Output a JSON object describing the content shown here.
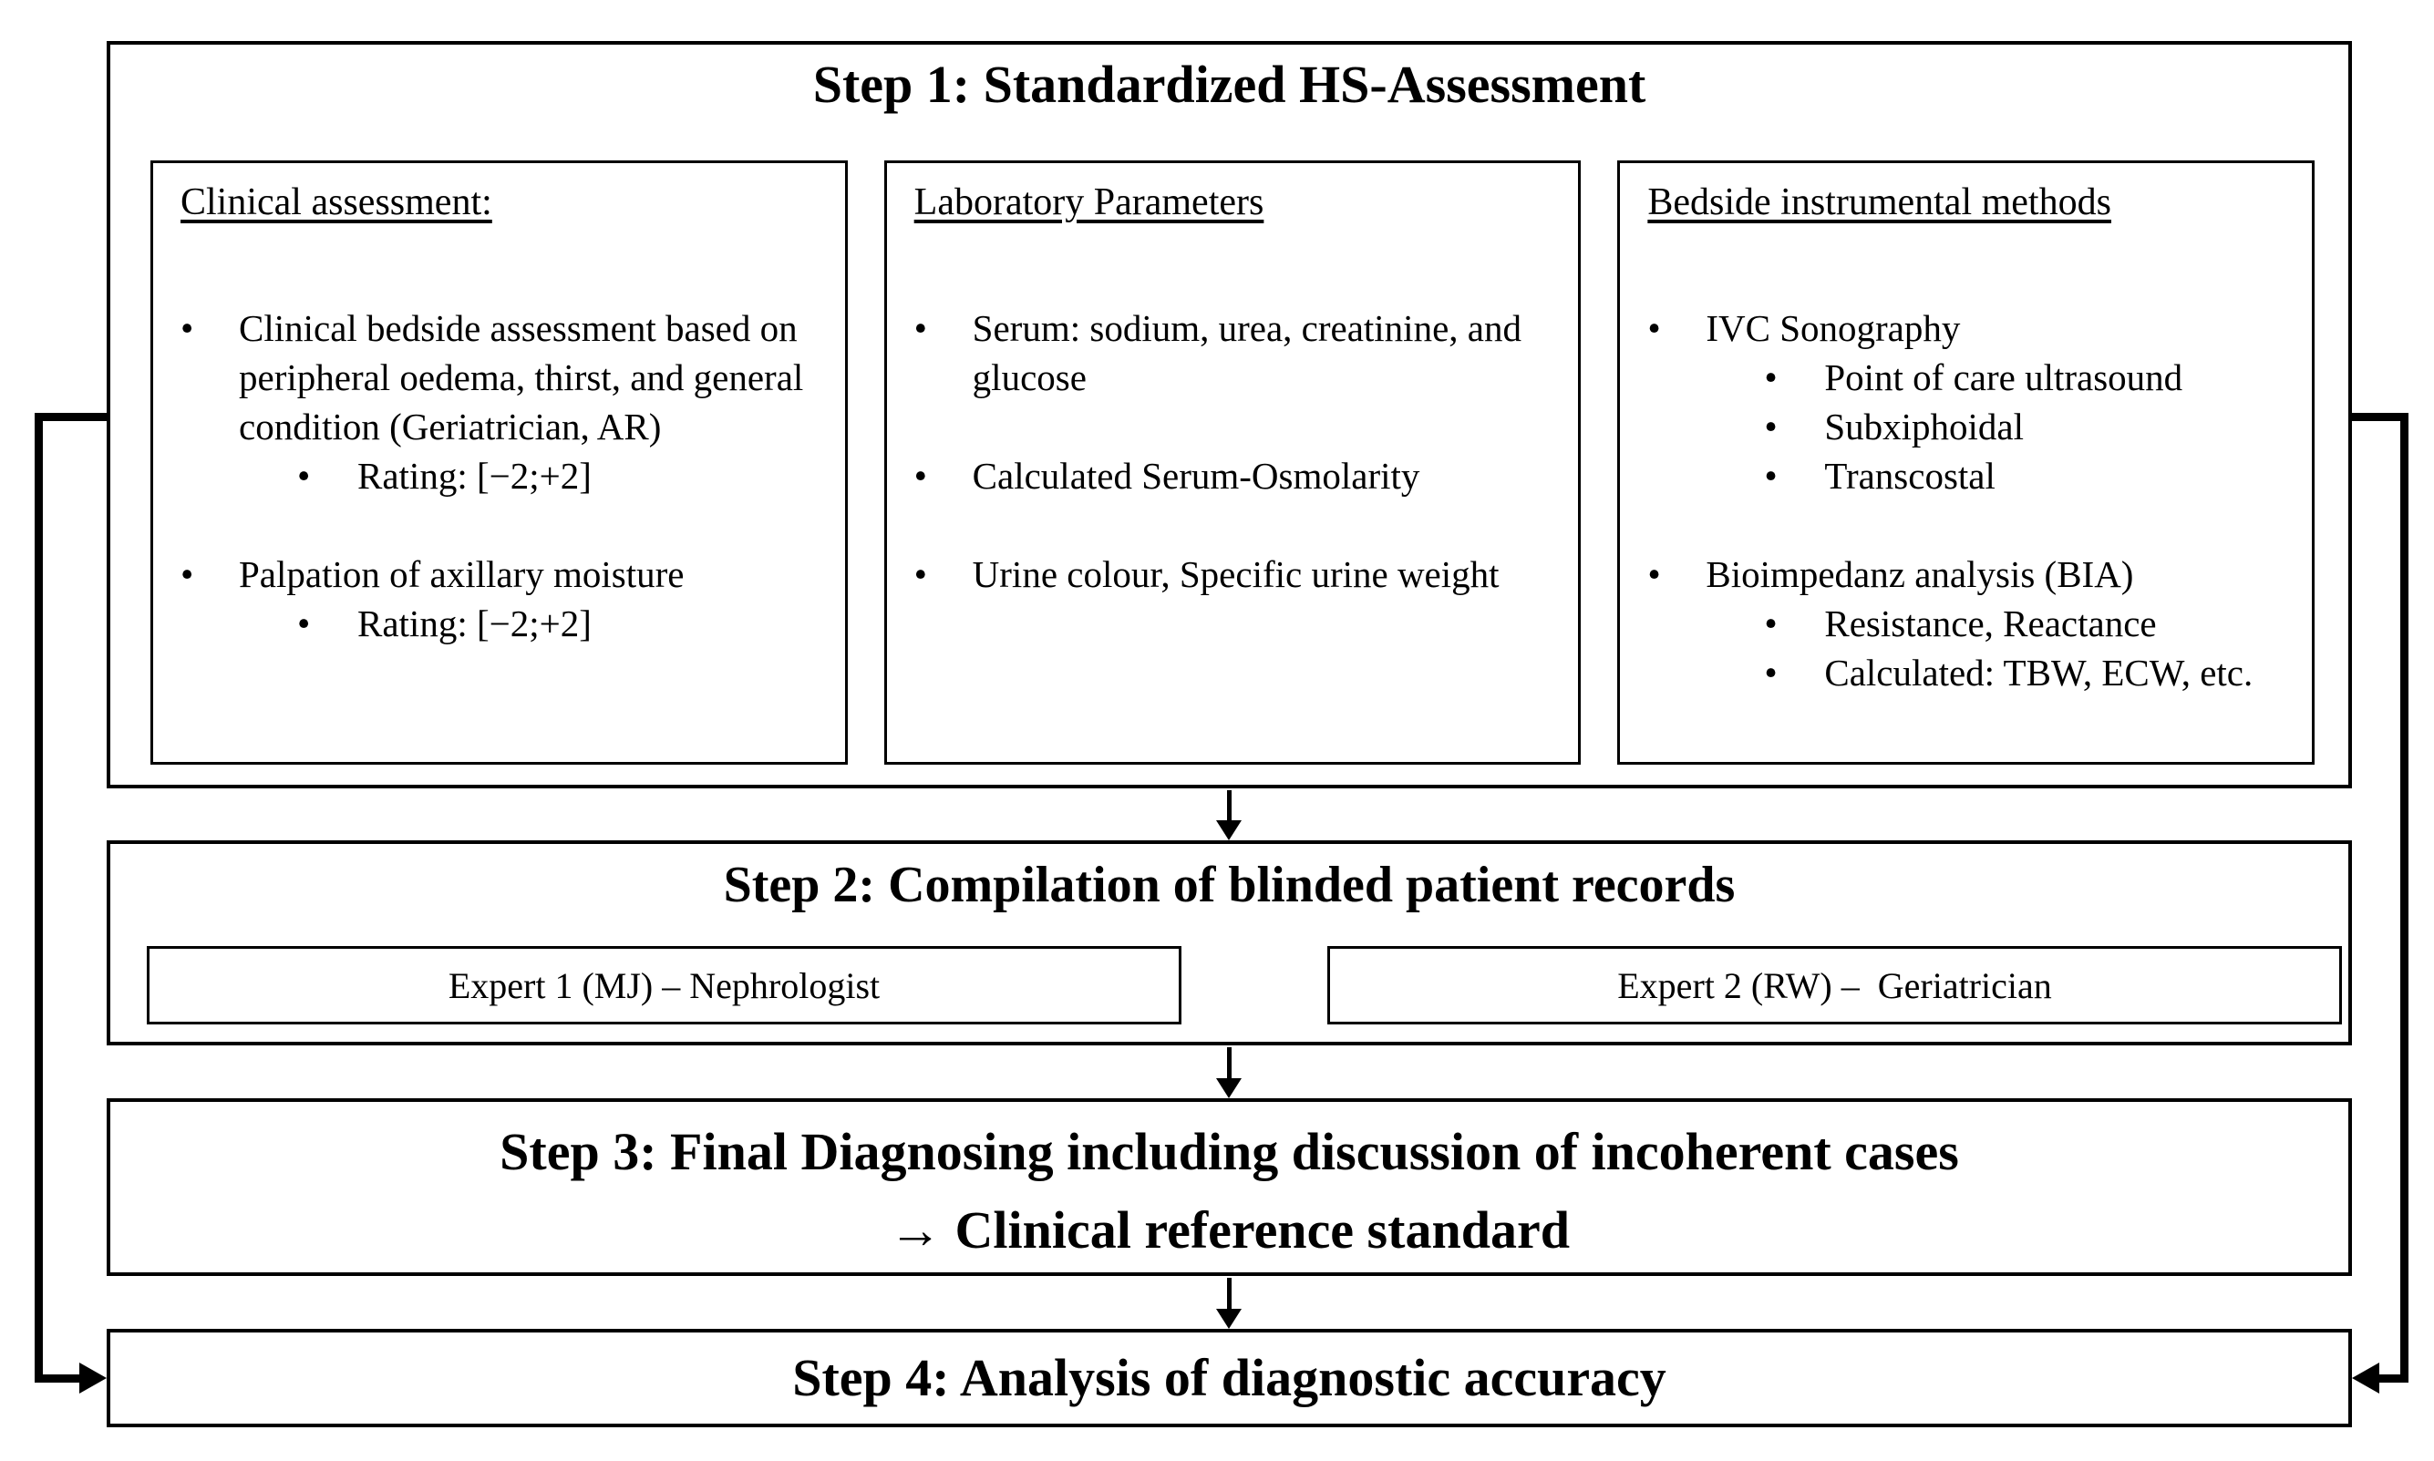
{
  "colors": {
    "ink": "#000000",
    "paper": "#ffffff"
  },
  "bullet_char": "•",
  "step1": {
    "title": "Step 1: Standardized HS-Assessment",
    "columns": [
      {
        "heading": "Clinical assessment:",
        "groups": [
          {
            "text": "Clinical bedside assessment based on peripheral oedema, thirst, and general condition (Geriatrician, AR)",
            "subs": [
              "Rating: [−2;+2]"
            ]
          },
          {
            "text": "Palpation of axillary moisture",
            "subs": [
              "Rating: [−2;+2]"
            ]
          }
        ]
      },
      {
        "heading": "Laboratory Parameters",
        "groups": [
          {
            "text": "Serum: sodium, urea, creatinine, and glucose",
            "subs": []
          },
          {
            "text": "Calculated Serum-Osmolarity",
            "subs": []
          },
          {
            "text": "Urine colour, Specific urine weight",
            "subs": []
          }
        ]
      },
      {
        "heading": "Bedside instrumental methods",
        "groups": [
          {
            "text": "IVC Sonography",
            "subs": [
              "Point of care ultrasound",
              "Subxiphoidal",
              "Transcostal"
            ]
          },
          {
            "text": "Bioimpedanz analysis (BIA)",
            "subs": [
              "Resistance, Reactance",
              "Calculated: TBW, ECW, etc."
            ]
          }
        ]
      }
    ]
  },
  "step2": {
    "title": "Step 2: Compilation of blinded patient records",
    "experts": [
      "Expert 1 (MJ) – Nephrologist",
      "Expert 2 (RW) –  Geriatrician"
    ]
  },
  "step3": {
    "title_line1": "Step 3: Final Diagnosing including discussion of incoherent cases",
    "title_line2": "→ Clinical reference standard"
  },
  "step4": {
    "title": "Step 4: Analysis of diagnostic accuracy"
  }
}
